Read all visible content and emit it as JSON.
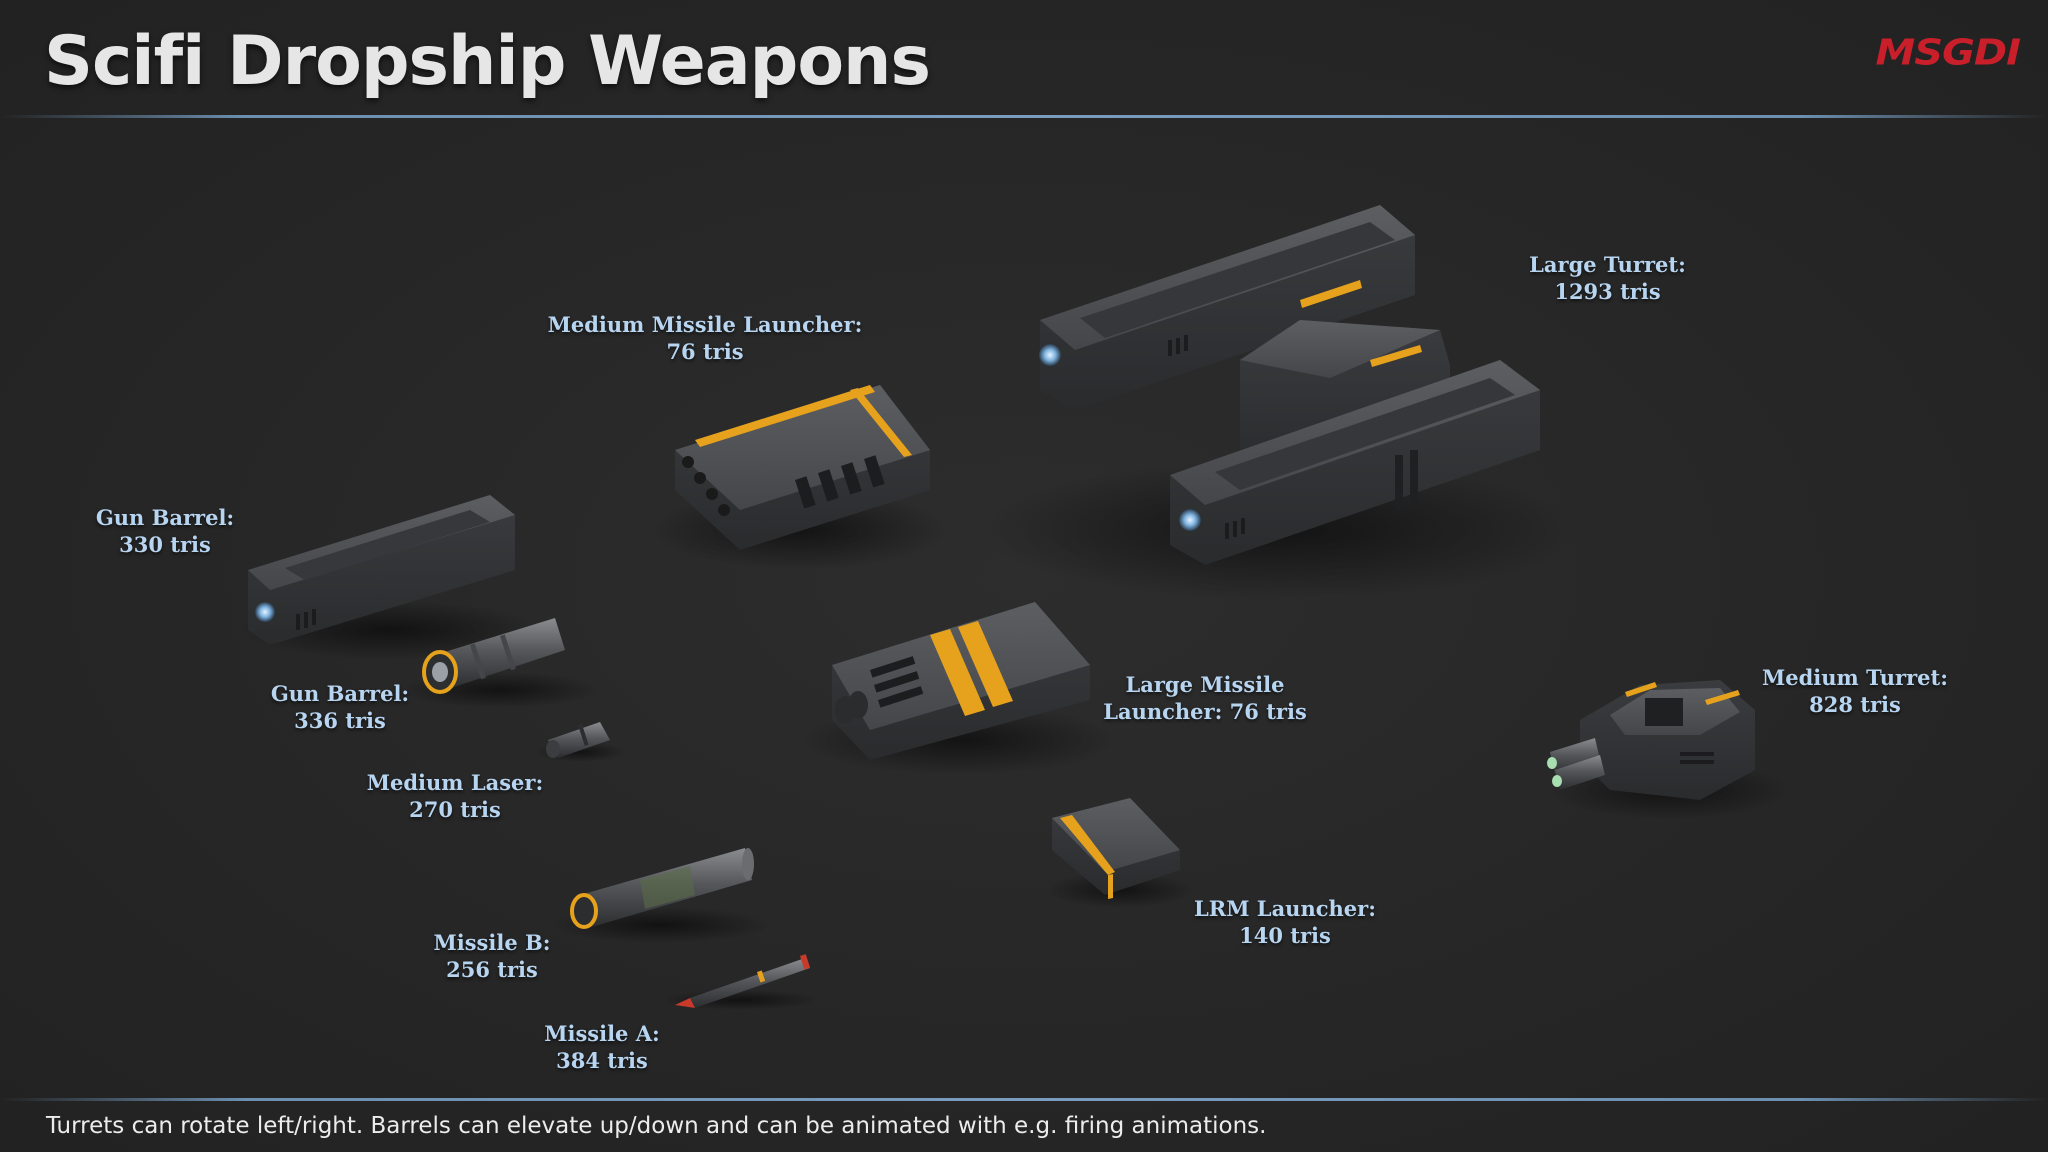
{
  "header": {
    "title": "Scifi Dropship Weapons",
    "logo_text": "MSGDI",
    "logo_color": "#c81f2a"
  },
  "footer": {
    "text": "Turrets can rotate left/right. Barrels can elevate up/down and can be animated with e.g. firing animations."
  },
  "colors": {
    "label": "#b7d4f0",
    "accent_stripe": "#e6a21c",
    "metal": "#4a4c4f",
    "rule": "#7a9dbf"
  },
  "items": {
    "large_turret": {
      "name": "Large Turret:",
      "tris": "1293 tris"
    },
    "medium_missile_launcher": {
      "name": "Medium Missile Launcher:",
      "tris": "76 tris"
    },
    "gun_barrel_a": {
      "name": "Gun Barrel:",
      "tris": "330 tris"
    },
    "gun_barrel_b": {
      "name": "Gun Barrel:",
      "tris": "336 tris"
    },
    "medium_laser": {
      "name": "Medium Laser:",
      "tris": "270 tris"
    },
    "large_missile_launcher": {
      "name": "Large Missile",
      "tris": "Launcher: 76 tris"
    },
    "medium_turret": {
      "name": "Medium Turret:",
      "tris": "828 tris"
    },
    "lrm_launcher": {
      "name": "LRM Launcher:",
      "tris": "140 tris"
    },
    "missile_b": {
      "name": "Missile B:",
      "tris": "256 tris"
    },
    "missile_a": {
      "name": "Missile A:",
      "tris": "384 tris"
    }
  }
}
